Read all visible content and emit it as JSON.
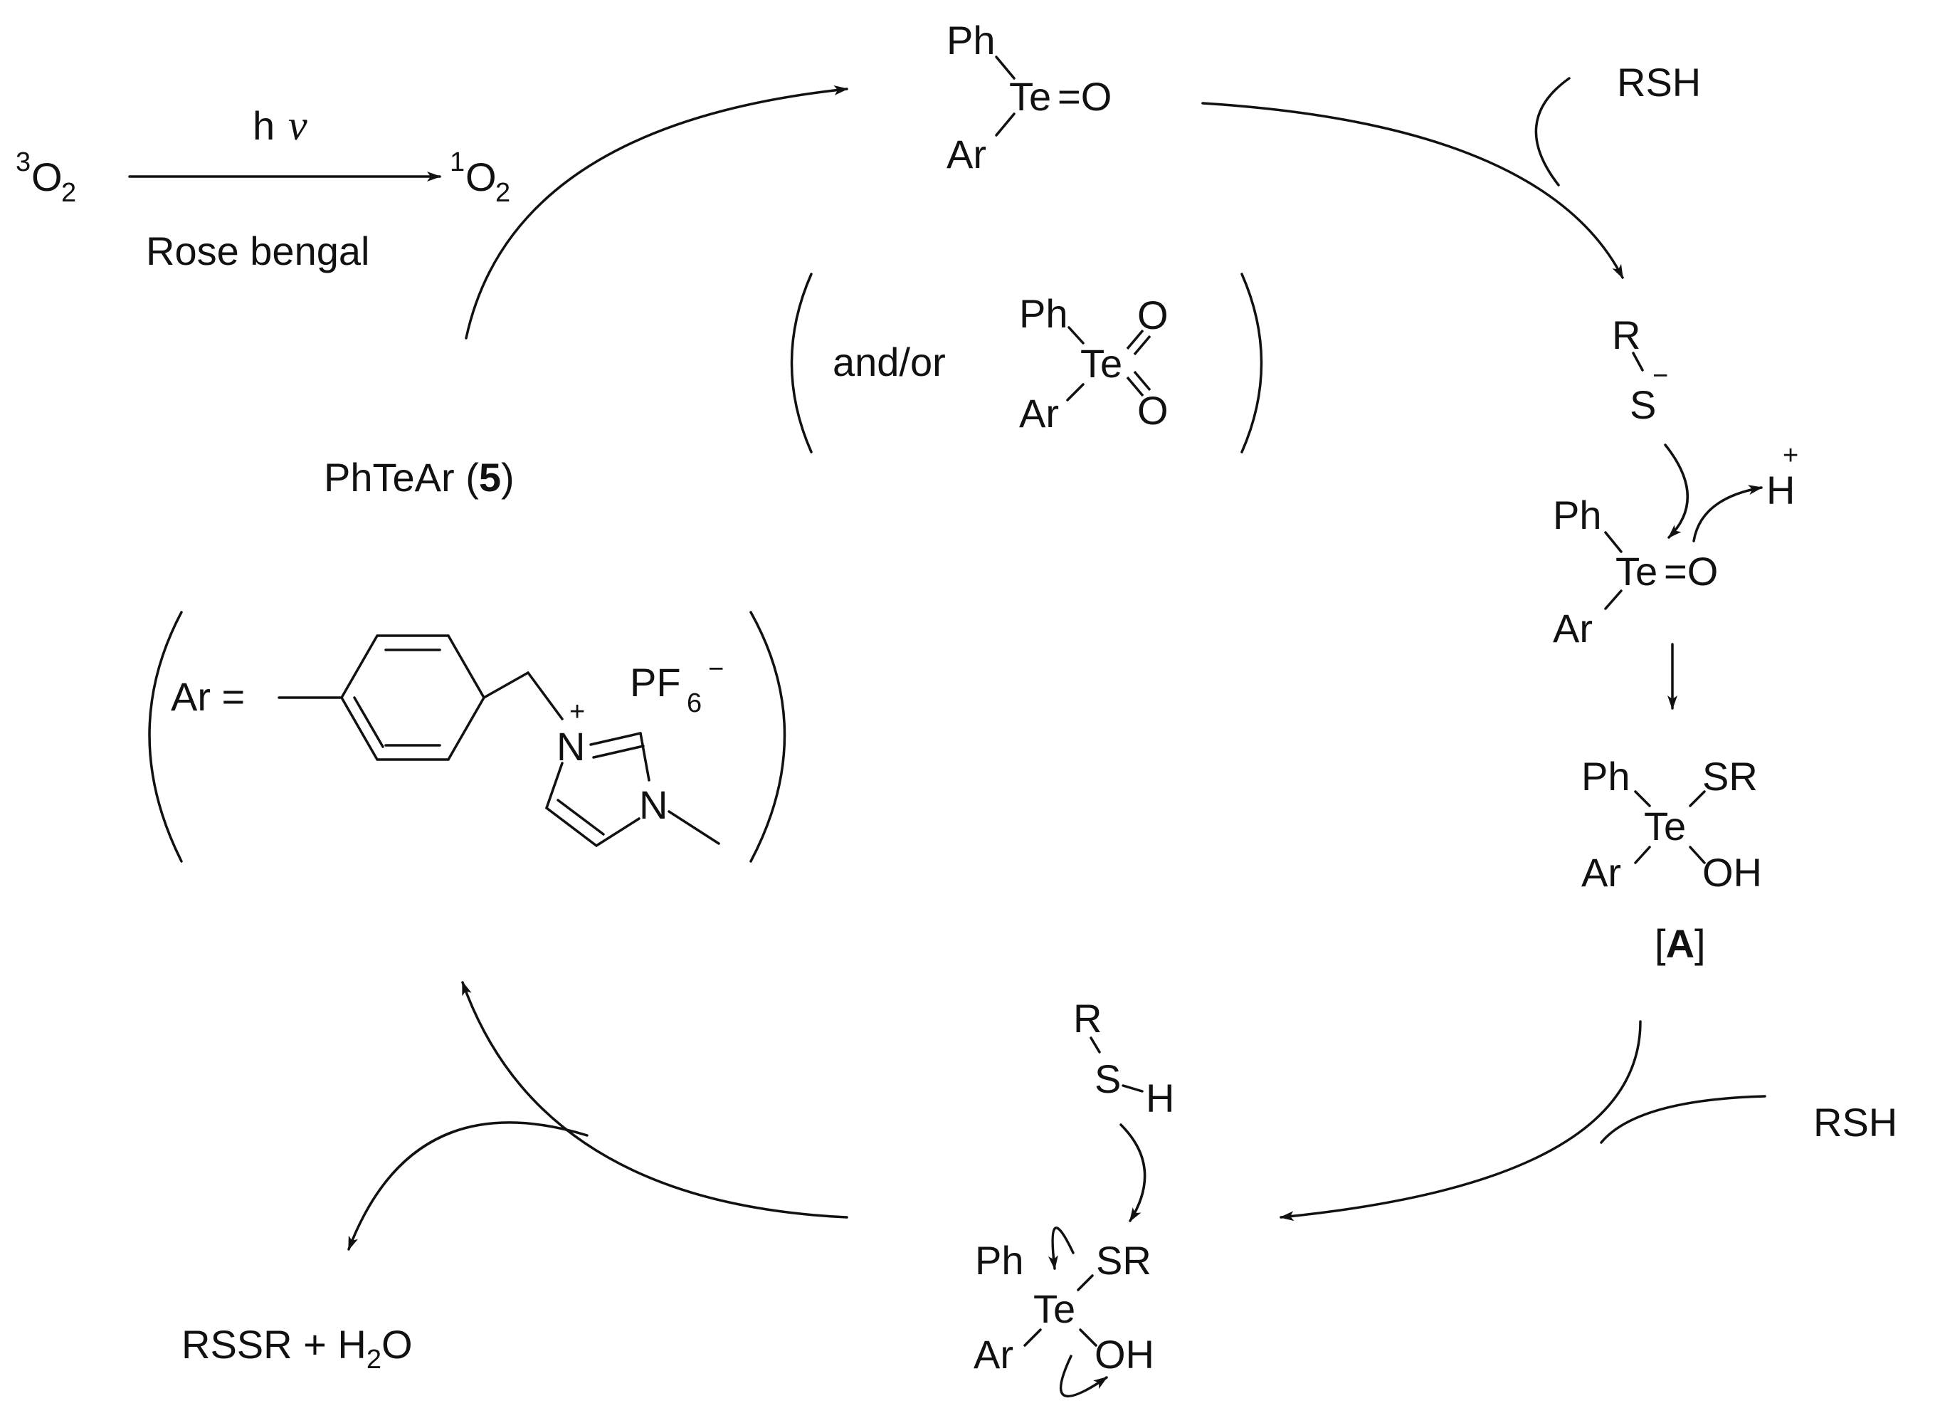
{
  "singlet_oxygen": {
    "triplet_sup": "3",
    "triplet_o": "O",
    "triplet_sub": "2",
    "singlet_sup": "1",
    "singlet_o": "O",
    "singlet_sub": "2",
    "light_h": "h",
    "light_nu": "ν",
    "sensitizer": "Rose bengal"
  },
  "telluroxide": {
    "ph": "Ph",
    "te": "Te",
    "eq_o": "=O",
    "ar": "Ar"
  },
  "tellurone": {
    "and_or": "and/or",
    "ph": "Ph",
    "te": "Te",
    "o1": "O",
    "o2": "O",
    "ar": "Ar"
  },
  "catalyst": {
    "name": "PhTeAr (",
    "number": "5",
    "close": ")"
  },
  "ar_definition": {
    "ar_eq": "Ar =",
    "n_plus_charge": "+",
    "n_plus": "N",
    "n_methyl": "N",
    "counterion": "PF",
    "counterion_sub": "6",
    "counterion_charge": "−"
  },
  "thiol_top": {
    "label": "RSH"
  },
  "thiolate": {
    "r": "R",
    "s": "S",
    "charge": "−"
  },
  "proton": {
    "h": "H",
    "charge": "+"
  },
  "attack_complex": {
    "ph": "Ph",
    "te": "Te",
    "eq_o": "=O",
    "ar": "Ar"
  },
  "intermediate_a": {
    "ph": "Ph",
    "sr": "SR",
    "te": "Te",
    "ar": "Ar",
    "oh": "OH",
    "label_open": "[",
    "label": "A",
    "label_close": "]"
  },
  "thiol_right": {
    "label": "RSH"
  },
  "thiol_attack": {
    "r": "R",
    "s": "S",
    "h": "H"
  },
  "bottom_complex": {
    "ph": "Ph",
    "sr": "SR",
    "te": "Te",
    "ar": "Ar",
    "oh": "OH"
  },
  "products": {
    "rssr": "RSSR + H",
    "sub": "2",
    "o": "O"
  },
  "colors": {
    "ink": "#111111",
    "background": "#ffffff"
  }
}
